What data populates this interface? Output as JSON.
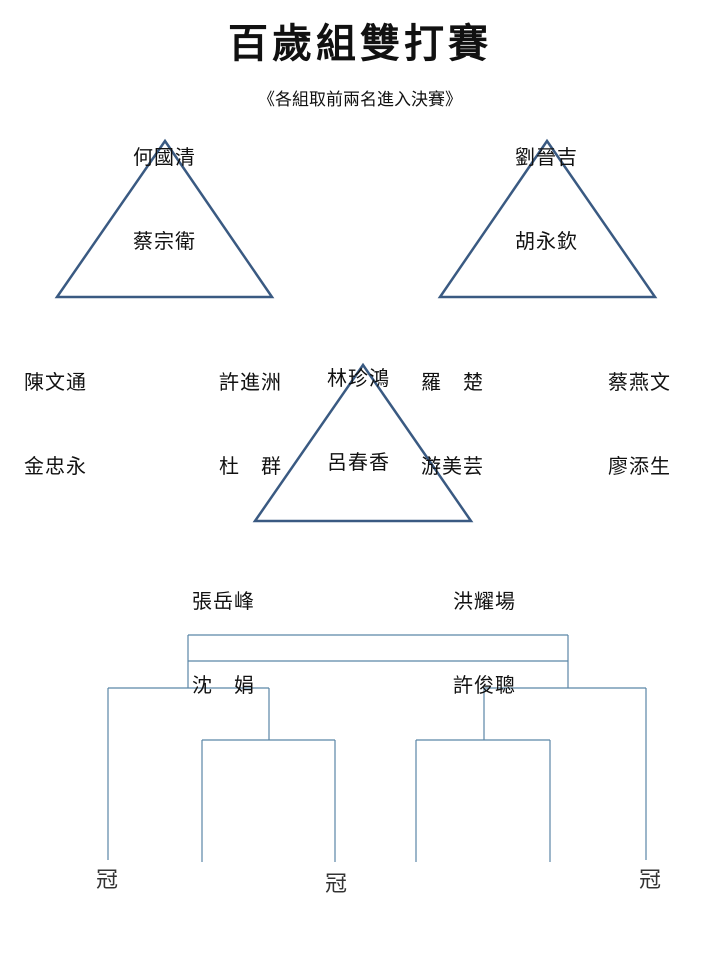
{
  "title": "百歲組雙打賽",
  "subtitle": "《各組取前兩名進入決賽》",
  "groups": [
    {
      "teams": [
        {
          "player1": "何國清",
          "player2": "蔡宗衛"
        },
        {
          "player1": "陳文通",
          "player2": "金忠永"
        },
        {
          "player1": "許進洲",
          "player2": "杜　群"
        }
      ]
    },
    {
      "teams": [
        {
          "player1": "劉晉吉",
          "player2": "胡永欽"
        },
        {
          "player1": "羅　楚",
          "player2": "游美芸"
        },
        {
          "player1": "蔡燕文",
          "player2": "廖添生"
        }
      ]
    },
    {
      "teams": [
        {
          "player1": "林珍鴻",
          "player2": "呂春香"
        },
        {
          "player1": "張岳峰",
          "player2": "沈　娟"
        },
        {
          "player1": "洪耀場",
          "player2": "許俊聰"
        }
      ]
    }
  ],
  "bracket": {
    "champion_labels": [
      "冠",
      "冠",
      "冠"
    ]
  },
  "colors": {
    "triangle_stroke": "#3a5a82",
    "bracket_stroke": "#5b86a6"
  }
}
